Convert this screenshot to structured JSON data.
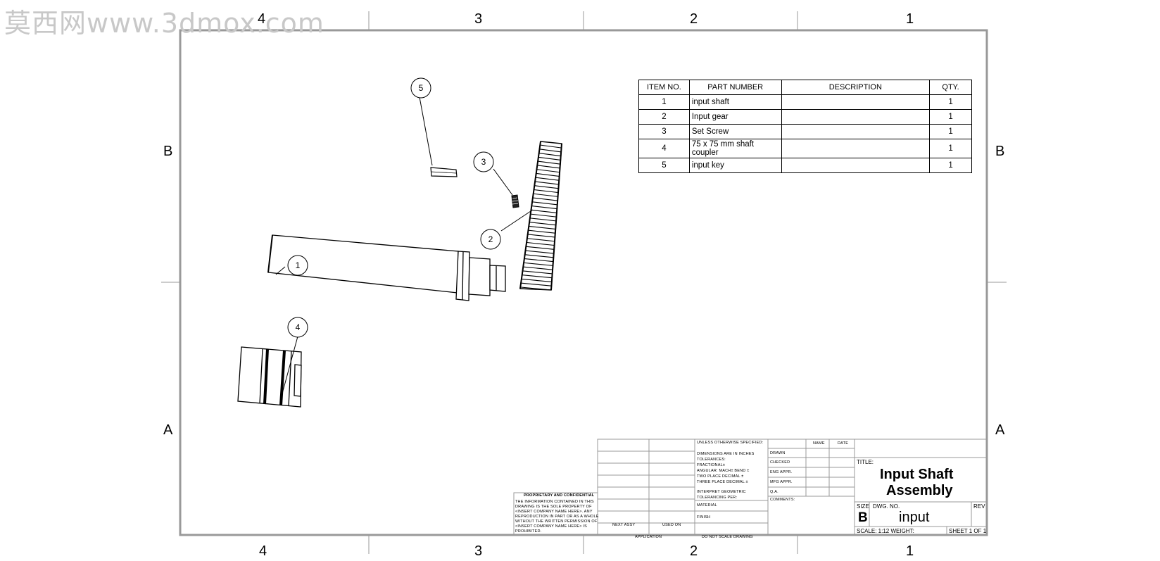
{
  "watermark": "莫西网www.3dmox.com",
  "zones": {
    "top": [
      "4",
      "3",
      "2",
      "1"
    ],
    "bottom": [
      "4",
      "3",
      "2",
      "1"
    ],
    "left": [
      "B",
      "A"
    ],
    "right": [
      "B",
      "A"
    ]
  },
  "bom": {
    "headers": [
      "ITEM NO.",
      "PART NUMBER",
      "DESCRIPTION",
      "QTY."
    ],
    "rows": [
      {
        "item": "1",
        "part": "input shaft",
        "description": "",
        "qty": "1"
      },
      {
        "item": "2",
        "part": "Input gear",
        "description": "",
        "qty": "1"
      },
      {
        "item": "3",
        "part": "Set Screw",
        "description": "",
        "qty": "1"
      },
      {
        "item": "4",
        "part": "75 x 75 mm shaft coupler",
        "description": "",
        "qty": "1"
      },
      {
        "item": "5",
        "part": "input key",
        "description": "",
        "qty": "1"
      }
    ]
  },
  "balloons": [
    "1",
    "2",
    "3",
    "4",
    "5"
  ],
  "titleblock": {
    "proprietary_heading": "PROPRIETARY AND CONFIDENTIAL",
    "proprietary_text": [
      "THE INFORMATION CONTAINED IN THIS",
      "DRAWING IS THE SOLE PROPERTY OF",
      "<INSERT COMPANY NAME HERE>. ANY",
      "REPRODUCTION IN PART OR AS A WHOLE",
      "WITHOUT THE WRITTEN PERMISSION OF",
      "<INSERT COMPANY NAME HERE> IS",
      "PROHIBITED."
    ],
    "next_assy": "NEXT ASSY",
    "used_on": "USED ON",
    "application": "APPLICATION",
    "do_not_scale": "DO NOT SCALE DRAWING",
    "unless": "UNLESS OTHERWISE SPECIFIED:",
    "dims": [
      "DIMENSIONS ARE IN INCHES",
      "TOLERANCES:",
      "FRACTIONAL±",
      "ANGULAR: MACH±   BEND ±",
      "TWO PLACE DECIMAL   ±",
      "THREE PLACE DECIMAL  ±"
    ],
    "interpret": [
      "INTERPRET GEOMETRIC",
      "TOLERANCING PER:"
    ],
    "material": "MATERIAL",
    "finish": "FINISH",
    "name": "NAME",
    "date": "DATE",
    "roles": [
      "DRAWN",
      "CHECKED",
      "ENG APPR.",
      "MFG APPR.",
      "Q.A."
    ],
    "comments": "COMMENTS:",
    "title_label": "TITLE:",
    "title_line1": "Input Shaft",
    "title_line2": "Assembly",
    "size_label": "SIZE",
    "size": "B",
    "dwg_label": "DWG.  NO.",
    "dwg_no": "input",
    "rev_label": "REV",
    "scale": "SCALE: 1:12 WEIGHT:",
    "sheet": "SHEET 1 OF 1"
  }
}
